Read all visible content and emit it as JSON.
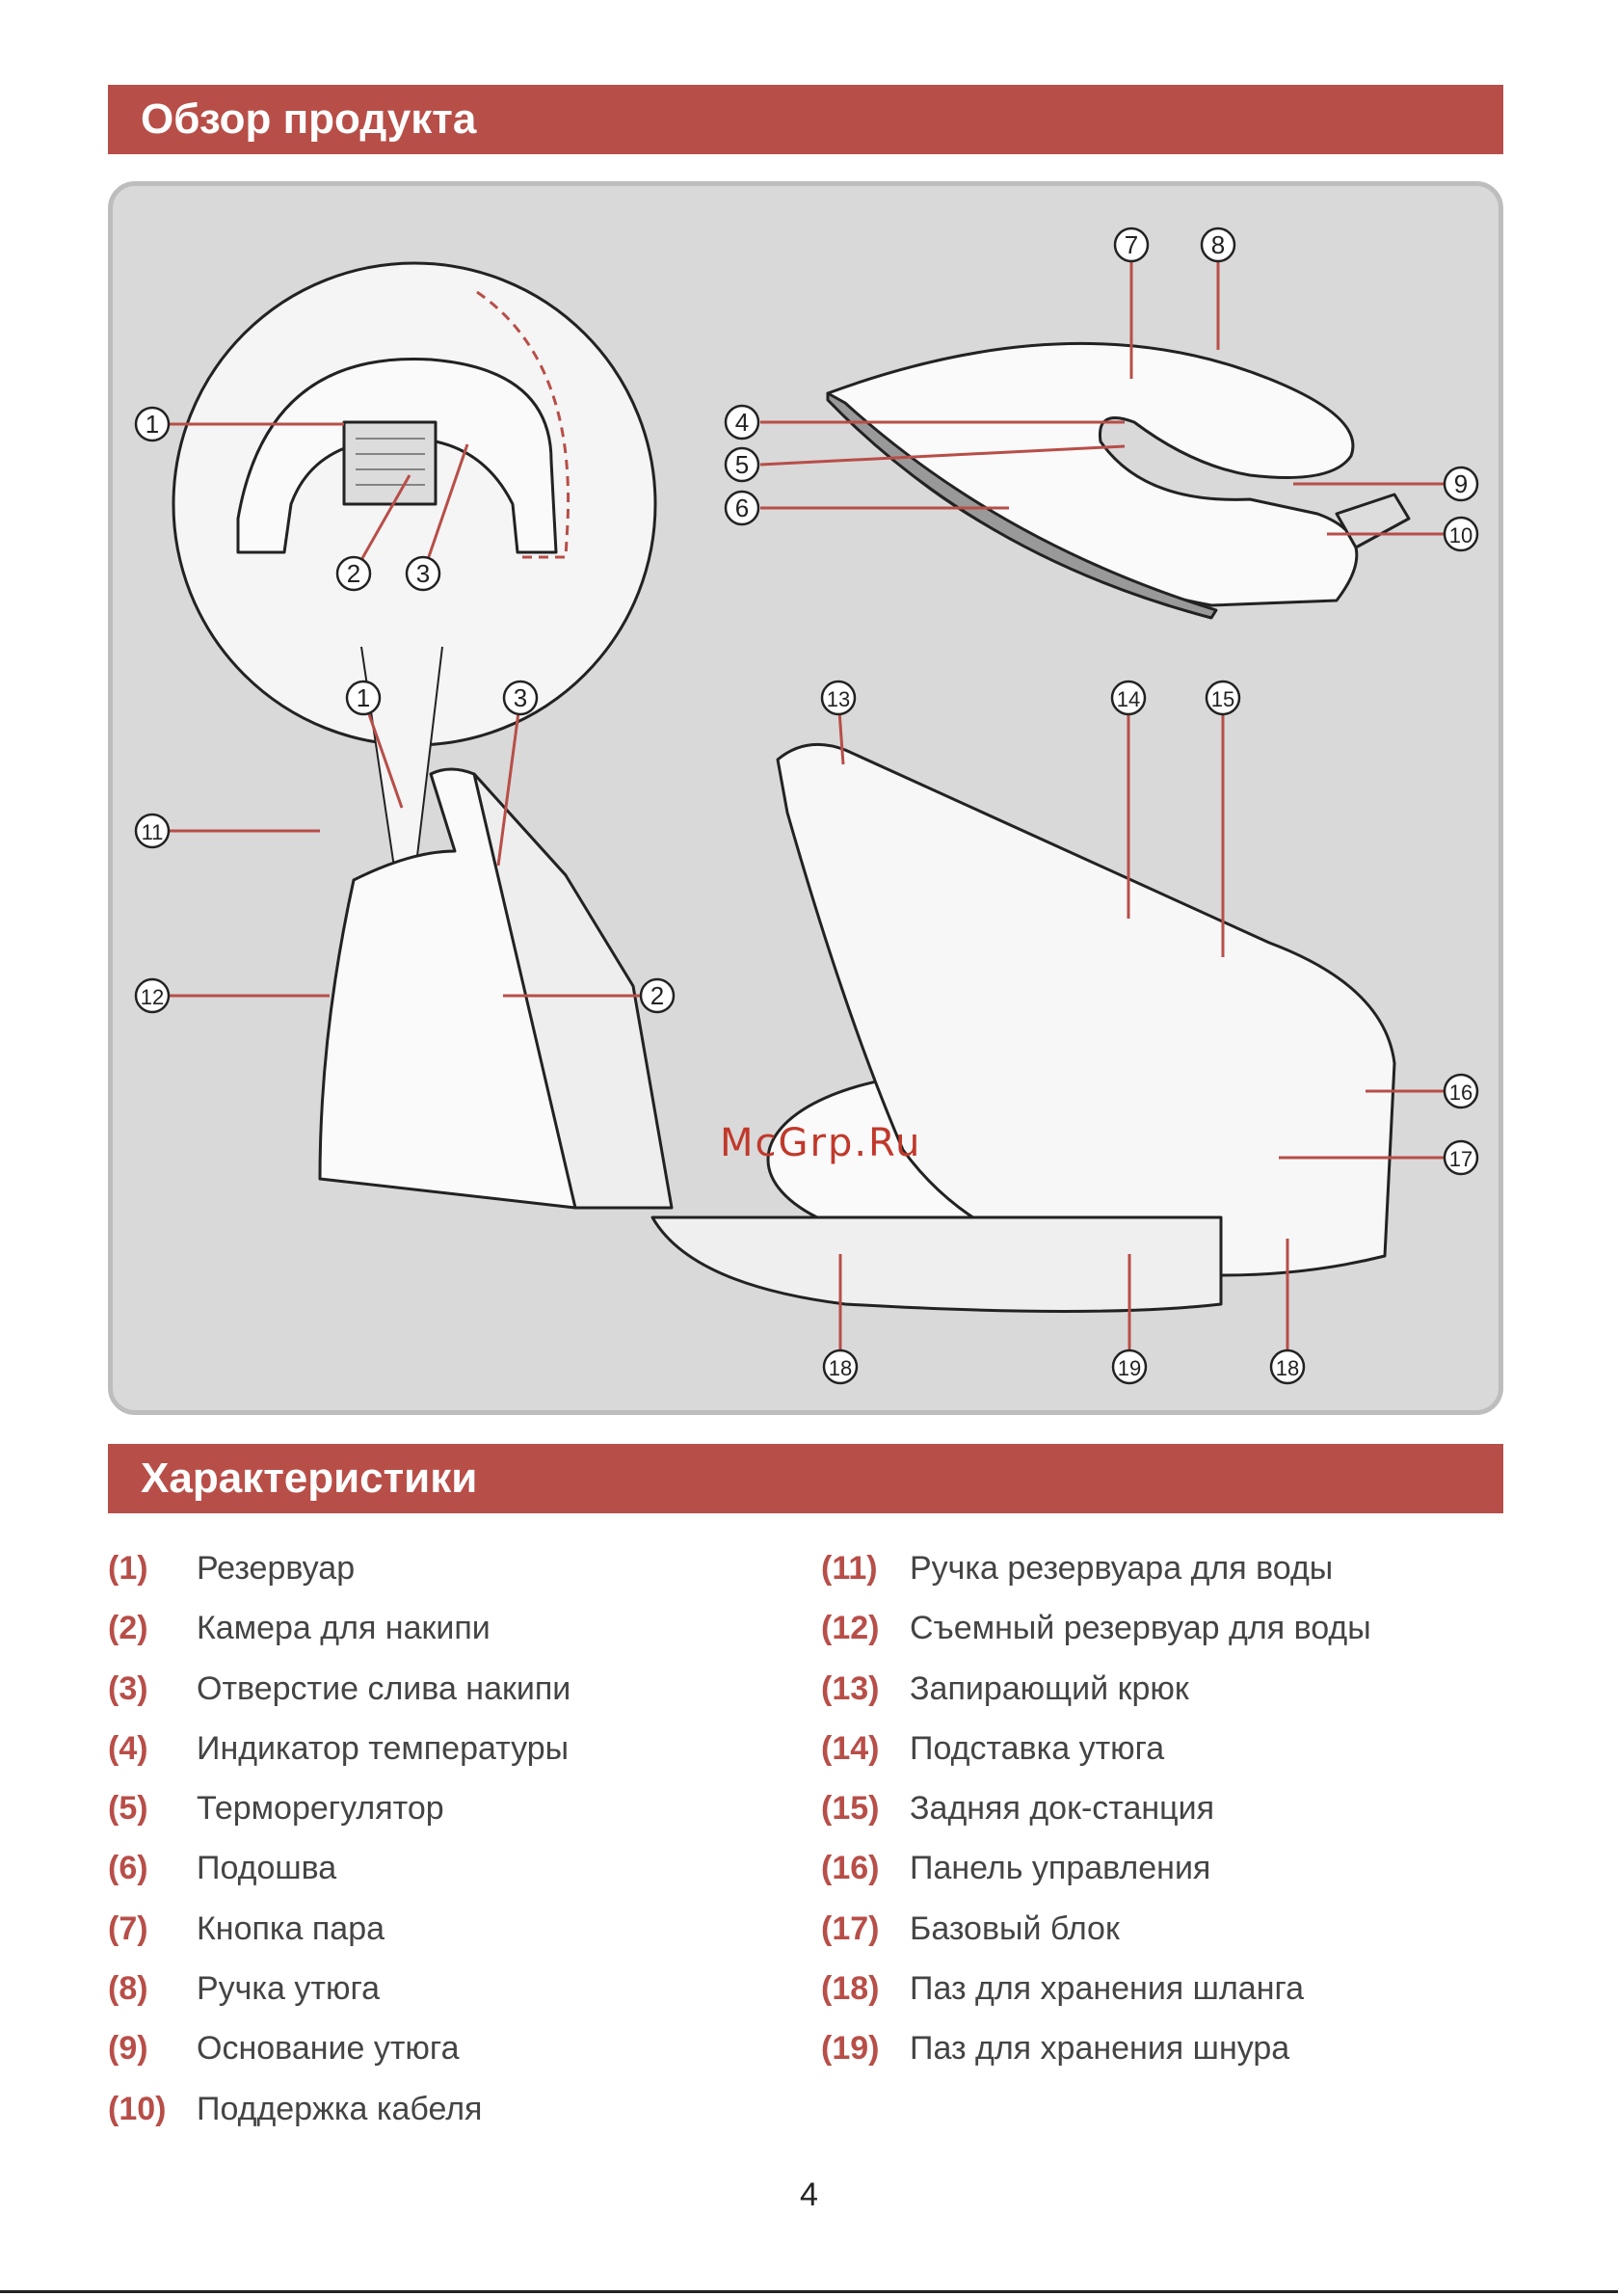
{
  "header": {
    "title": "Обзор продукта"
  },
  "features": {
    "title": "Характеристики",
    "left": [
      {
        "num": "(1)",
        "label": "Резервуар"
      },
      {
        "num": "(2)",
        "label": "Камера для накипи"
      },
      {
        "num": "(3)",
        "label": "Отверстие слива накипи"
      },
      {
        "num": "(4)",
        "label": "Индикатор температуры"
      },
      {
        "num": "(5)",
        "label": "Терморегулятор"
      },
      {
        "num": "(6)",
        "label": "Подошва"
      },
      {
        "num": "(7)",
        "label": "Кнопка пара"
      },
      {
        "num": "(8)",
        "label": "Ручка утюга"
      },
      {
        "num": "(9)",
        "label": "Основание утюга"
      },
      {
        "num": "(10)",
        "label": "Поддержка кабеля"
      }
    ],
    "right": [
      {
        "num": "(11)",
        "label": "Ручка резервуара для воды"
      },
      {
        "num": "(12)",
        "label": "Съемный резервуар для воды"
      },
      {
        "num": "(13)",
        "label": "Запирающий крюк"
      },
      {
        "num": "(14)",
        "label": "Подставка утюга"
      },
      {
        "num": "(15)",
        "label": "Задняя док-станция"
      },
      {
        "num": "(16)",
        "label": "Панель управления"
      },
      {
        "num": "(17)",
        "label": "Базовый блок"
      },
      {
        "num": "(18)",
        "label": "Паз для хранения шланга"
      },
      {
        "num": "(19)",
        "label": "Паз для хранения шнура"
      }
    ]
  },
  "diagram": {
    "callouts": [
      "1",
      "2",
      "3",
      "7",
      "8",
      "4",
      "5",
      "6",
      "9",
      "10",
      "1",
      "3",
      "11",
      "12",
      "2",
      "13",
      "14",
      "15",
      "16",
      "17",
      "18",
      "19",
      "18"
    ]
  },
  "watermark": "McGrp.Ru",
  "page_number": "4",
  "colors": {
    "accent": "#b84e48",
    "panel": "#d9d9d9",
    "leader": "#b84e48"
  }
}
